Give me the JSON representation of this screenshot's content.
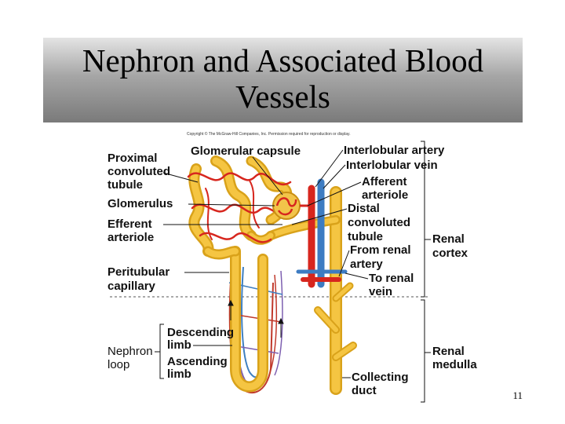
{
  "slide": {
    "title_line1": "Nephron and Associated Blood",
    "title_line2": "Vessels",
    "number": "11"
  },
  "copyright": "Copyright © The McGraw-Hill Companies, Inc. Permission required for reproduction or display.",
  "labels": {
    "proximal": [
      "Proximal",
      "convoluted",
      "tubule"
    ],
    "glomerulus": "Glomerulus",
    "efferent": [
      "Efferent",
      "arteriole"
    ],
    "peritubular": [
      "Peritubular",
      "capillary"
    ],
    "nephron_loop": [
      "Nephron",
      "loop"
    ],
    "descending": [
      "Descending",
      "limb"
    ],
    "ascending": [
      "Ascending",
      "limb"
    ],
    "glomerular_capsule": "Glomerular capsule",
    "interlobular_artery": "Interlobular artery",
    "interlobular_vein": "Interlobular vein",
    "afferent": [
      "Afferent",
      "arteriole"
    ],
    "distal": [
      "Distal",
      "convoluted",
      "tubule"
    ],
    "from_renal": [
      "From renal",
      "artery"
    ],
    "to_renal": [
      "To renal",
      "vein"
    ],
    "collecting": [
      "Collecting",
      "duct"
    ],
    "renal_cortex": [
      "Renal",
      "cortex"
    ],
    "renal_medulla": [
      "Renal",
      "medulla"
    ]
  }
}
